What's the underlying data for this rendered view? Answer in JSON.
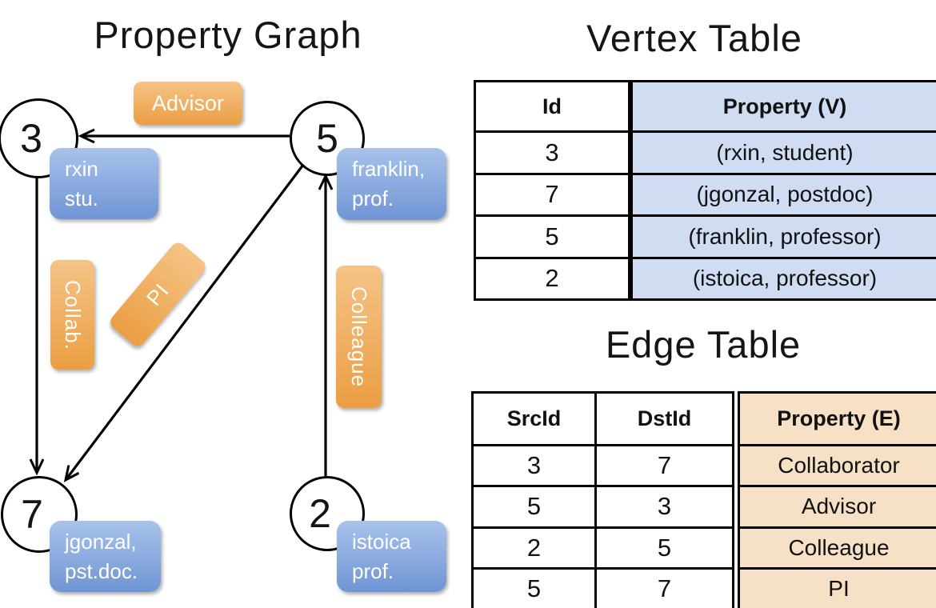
{
  "graph": {
    "title": "Property Graph",
    "nodes": [
      {
        "id": "3",
        "prop_line1": "rxin",
        "prop_line2": "stu."
      },
      {
        "id": "5",
        "prop_line1": "franklin,",
        "prop_line2": "prof."
      },
      {
        "id": "7",
        "prop_line1": "jgonzal,",
        "prop_line2": "pst.doc."
      },
      {
        "id": "2",
        "prop_line1": "istoica",
        "prop_line2": "prof."
      }
    ],
    "edge_labels": {
      "advisor": "Advisor",
      "collab": "Collab.",
      "pi": "PI",
      "colleague": "Colleague"
    }
  },
  "vertex_table": {
    "title": "Vertex Table",
    "columns": {
      "id": "Id",
      "property": "Property (V)"
    },
    "rows": [
      {
        "id": "3",
        "property": "(rxin, student)"
      },
      {
        "id": "7",
        "property": "(jgonzal, postdoc)"
      },
      {
        "id": "5",
        "property": "(franklin, professor)"
      },
      {
        "id": "2",
        "property": "(istoica, professor)"
      }
    ]
  },
  "edge_table": {
    "title": "Edge Table",
    "columns": {
      "src": "SrcId",
      "dst": "DstId",
      "property": "Property (E)"
    },
    "rows": [
      {
        "src": "3",
        "dst": "7",
        "property": "Collaborator"
      },
      {
        "src": "5",
        "dst": "3",
        "property": "Advisor"
      },
      {
        "src": "2",
        "dst": "5",
        "property": "Colleague"
      },
      {
        "src": "5",
        "dst": "7",
        "property": "PI"
      }
    ]
  },
  "colors": {
    "edge_label_orange": "#efa64c",
    "vertex_label_blue": "#7e9fd9",
    "vertex_property_bg": "#cfdcf1",
    "edge_property_bg": "#f6e0c6",
    "line_black": "#000000"
  }
}
